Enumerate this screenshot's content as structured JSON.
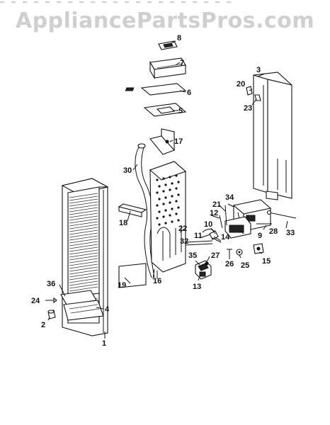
{
  "watermark": "AppliancePartsPros.com",
  "callouts": [
    {
      "id": "p1",
      "label": "1"
    },
    {
      "id": "p2",
      "label": "2"
    },
    {
      "id": "p3",
      "label": "3"
    },
    {
      "id": "p4",
      "label": "4"
    },
    {
      "id": "p5",
      "label": "5"
    },
    {
      "id": "p6",
      "label": "6"
    },
    {
      "id": "p7",
      "label": "7"
    },
    {
      "id": "p8",
      "label": "8"
    },
    {
      "id": "p9",
      "label": "9"
    },
    {
      "id": "p10",
      "label": "10"
    },
    {
      "id": "p11",
      "label": "11"
    },
    {
      "id": "p12",
      "label": "12"
    },
    {
      "id": "p13",
      "label": "13"
    },
    {
      "id": "p14",
      "label": "14"
    },
    {
      "id": "p15",
      "label": "15"
    },
    {
      "id": "p16",
      "label": "16"
    },
    {
      "id": "p17",
      "label": "17"
    },
    {
      "id": "p18",
      "label": "18"
    },
    {
      "id": "p19",
      "label": "19"
    },
    {
      "id": "p20",
      "label": "20"
    },
    {
      "id": "p21",
      "label": "21"
    },
    {
      "id": "p22",
      "label": "22"
    },
    {
      "id": "p23",
      "label": "23"
    },
    {
      "id": "p24",
      "label": "24"
    },
    {
      "id": "p25",
      "label": "25"
    },
    {
      "id": "p26",
      "label": "26"
    },
    {
      "id": "p27",
      "label": "27"
    },
    {
      "id": "p28",
      "label": "28"
    },
    {
      "id": "p30",
      "label": "30"
    },
    {
      "id": "p32",
      "label": "32"
    },
    {
      "id": "p33",
      "label": "33"
    },
    {
      "id": "p34",
      "label": "34"
    },
    {
      "id": "p35",
      "label": "35"
    },
    {
      "id": "p36",
      "label": "36"
    }
  ]
}
